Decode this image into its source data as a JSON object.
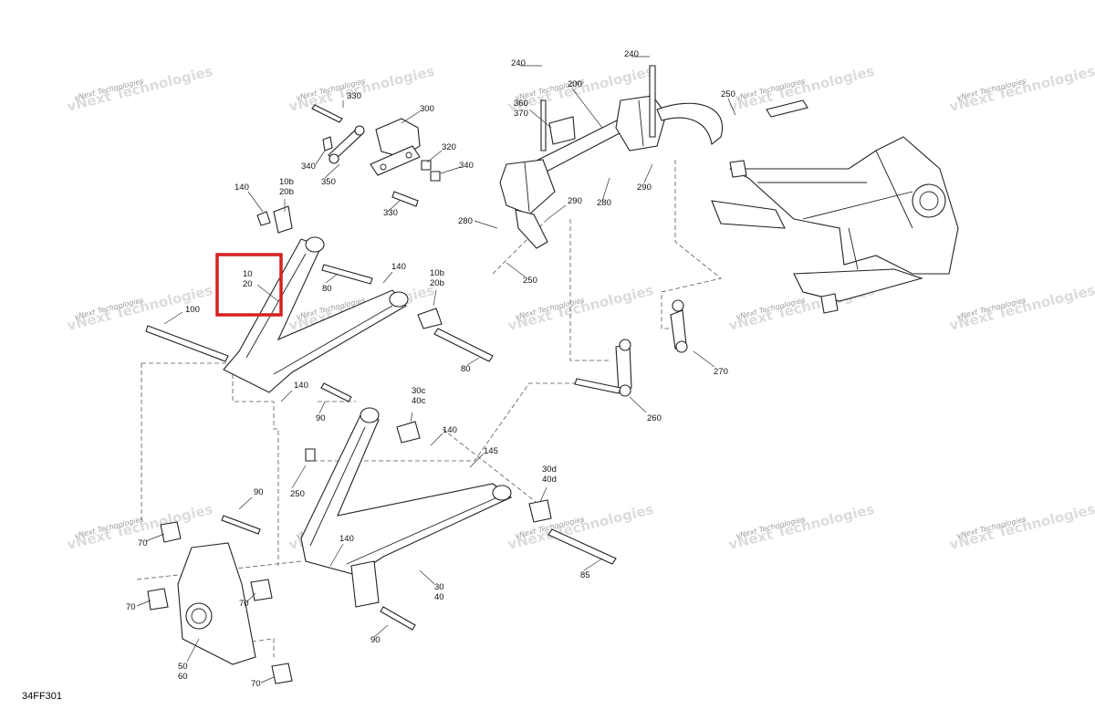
{
  "drawing_code": "34FF301",
  "watermark": {
    "line1": "vNext Technologies",
    "line2": "vNext Technologies"
  },
  "highlight": {
    "color": "#d62020"
  },
  "callouts": [
    {
      "id": "c240a",
      "line1": "240"
    },
    {
      "id": "c240b",
      "line1": "240"
    },
    {
      "id": "c200",
      "line1": "200"
    },
    {
      "id": "c330a",
      "line1": "330"
    },
    {
      "id": "c300",
      "line1": "300"
    },
    {
      "id": "c360",
      "line1": "360",
      "line2": "370"
    },
    {
      "id": "c250a",
      "line1": "250"
    },
    {
      "id": "c320",
      "line1": "320"
    },
    {
      "id": "c340a",
      "line1": "340"
    },
    {
      "id": "c340b",
      "line1": "340"
    },
    {
      "id": "c350",
      "line1": "350"
    },
    {
      "id": "c330b",
      "line1": "330"
    },
    {
      "id": "c280a",
      "line1": "280"
    },
    {
      "id": "c290a",
      "line1": "290"
    },
    {
      "id": "c290b",
      "line1": "290"
    },
    {
      "id": "c280b",
      "line1": "280"
    },
    {
      "id": "c250b",
      "line1": "250"
    },
    {
      "id": "c140a",
      "line1": "140"
    },
    {
      "id": "c10b_a",
      "line1": "10b",
      "line2": "20b"
    },
    {
      "id": "c10",
      "line1": "10",
      "line2": "20"
    },
    {
      "id": "c140b",
      "line1": "140"
    },
    {
      "id": "c10b_b",
      "line1": "10b",
      "line2": "20b"
    },
    {
      "id": "c80a",
      "line1": "80"
    },
    {
      "id": "c100",
      "line1": "100"
    },
    {
      "id": "c80b",
      "line1": "80"
    },
    {
      "id": "c270",
      "line1": "270"
    },
    {
      "id": "c260",
      "line1": "260"
    },
    {
      "id": "c140c",
      "line1": "140"
    },
    {
      "id": "c90a",
      "line1": "90"
    },
    {
      "id": "c30c",
      "line1": "30c",
      "line2": "40c"
    },
    {
      "id": "c140d",
      "line1": "140"
    },
    {
      "id": "c145",
      "line1": "145"
    },
    {
      "id": "c250c",
      "line1": "250"
    },
    {
      "id": "c30d",
      "line1": "30d",
      "line2": "40d"
    },
    {
      "id": "c90b",
      "line1": "90"
    },
    {
      "id": "c70a",
      "line1": "70"
    },
    {
      "id": "c140e",
      "line1": "140"
    },
    {
      "id": "c85",
      "line1": "85"
    },
    {
      "id": "c30",
      "line1": "30",
      "line2": "40"
    },
    {
      "id": "c70b",
      "line1": "70"
    },
    {
      "id": "c70c",
      "line1": "70"
    },
    {
      "id": "c90c",
      "line1": "90"
    },
    {
      "id": "c50",
      "line1": "50",
      "line2": "60"
    },
    {
      "id": "c70d",
      "line1": "70"
    }
  ]
}
